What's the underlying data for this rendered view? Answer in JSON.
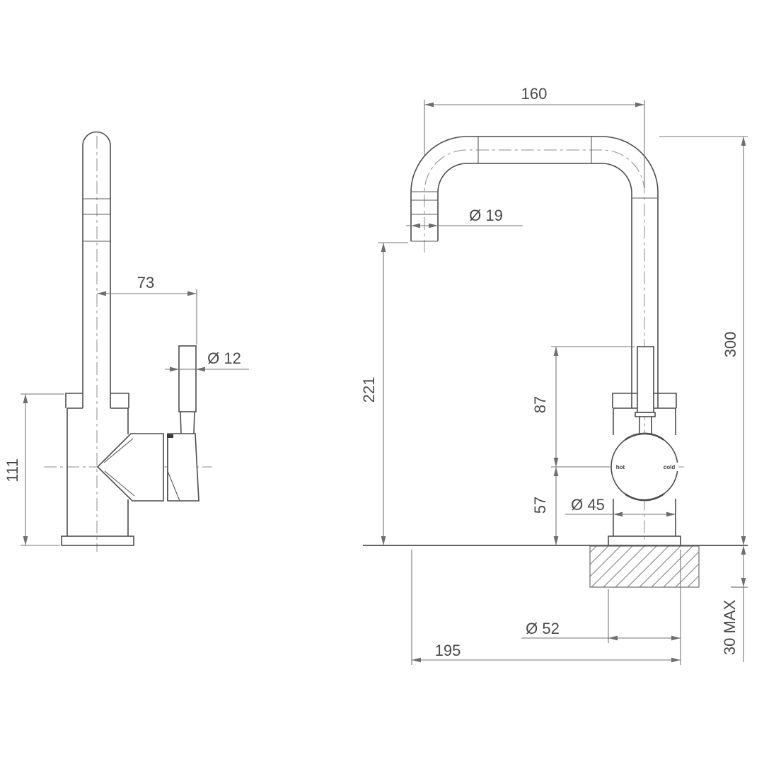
{
  "colors": {
    "background": "#ffffff",
    "part_line": "#4d4d4d",
    "dimension_line": "#757575",
    "text": "#4a4a4a"
  },
  "front_view": {
    "dims": {
      "spout_width": "160",
      "spout_tube_dia": "Ø 19",
      "outlet_height": "221",
      "overall_height": "300",
      "stem_to_handle_center": "87",
      "handle_center_to_base": "57",
      "body_dia": "Ø 45",
      "flange_dia": "Ø 52",
      "overall_reach": "195",
      "deck_thickness": "30 MAX"
    },
    "handle_labels": {
      "hot": "hot",
      "cold": "cold"
    }
  },
  "side_view": {
    "dims": {
      "handle_offset": "73",
      "lever_dia": "Ø 12",
      "body_height": "111"
    }
  }
}
